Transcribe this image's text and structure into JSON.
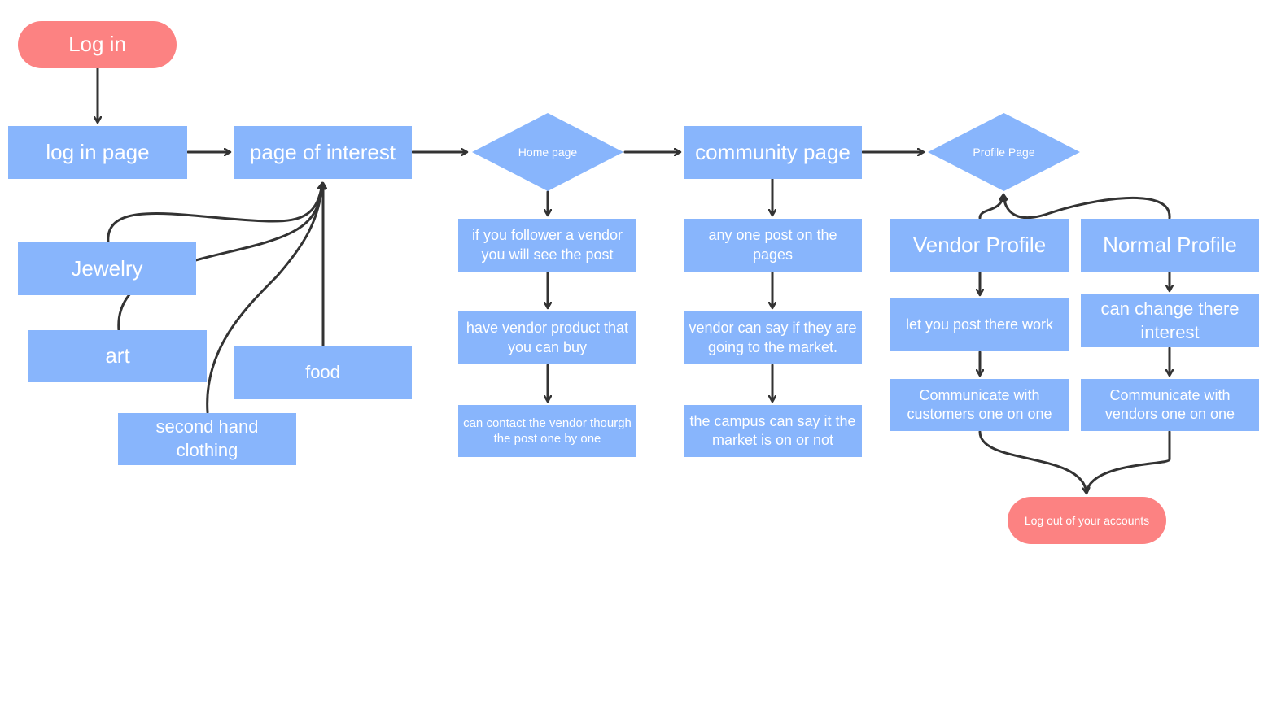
{
  "colors": {
    "box": "#88b5fc",
    "terminal": "#fc8282",
    "arrow": "#333333",
    "text": "#ffffff"
  },
  "nodes": {
    "login": "Log in",
    "login_page": "log in page",
    "page_of_interest": "page of interest",
    "jewelry": "Jewelry",
    "art": "art",
    "food": "food",
    "second_hand": "second hand clothing",
    "home_page": "Home page",
    "home_1": "if you follower a vendor you will see the post",
    "home_2": "have vendor product that you can buy",
    "home_3": "can contact the vendor thourgh the post one by one",
    "community_page": "community page",
    "community_1": "any one post on the pages",
    "community_2": "vendor can say if they are going to the market.",
    "community_3": "the campus can say it the market is on or not",
    "profile_page": "Profile Page",
    "vendor_profile": "Vendor Profile",
    "vendor_1": "let you post there work",
    "vendor_2": "Communicate with customers one on one",
    "normal_profile": "Normal Profile",
    "normal_1": "can change there interest",
    "normal_2": "Communicate with vendors one on one",
    "logout": "Log out of your accounts"
  }
}
